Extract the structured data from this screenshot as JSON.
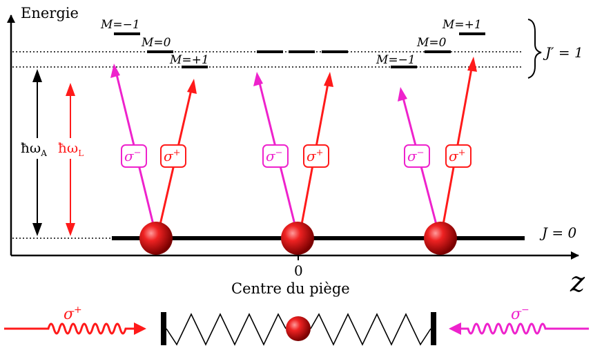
{
  "colors": {
    "red": "#ff1a1a",
    "magenta": "#ee22cc",
    "black": "#000000",
    "atom": "#dd1111"
  },
  "axes": {
    "energy_label": "Energie",
    "z_label": "z",
    "zero_label": "0",
    "center_label": "Centre du piège"
  },
  "levels": {
    "ground_label": "J = 0",
    "excited_label": "J′ = 1",
    "left_sublevels": [
      "M=−1",
      "M=0",
      "M=+1"
    ],
    "right_sublevels": [
      "M=+1",
      "M=0",
      "M=−1"
    ]
  },
  "energies": {
    "atomic": "ħω",
    "atomic_sub": "A",
    "laser": "ħω",
    "laser_sub": "L"
  },
  "transitions": {
    "sigma_minus": "σ",
    "sigma_minus_sup": "−",
    "sigma_plus": "σ",
    "sigma_plus_sup": "+"
  },
  "beams": {
    "left_label": "σ",
    "left_sup": "+",
    "right_label": "σ",
    "right_sup": "−"
  },
  "atom_positions": [
    "left",
    "center",
    "right"
  ]
}
